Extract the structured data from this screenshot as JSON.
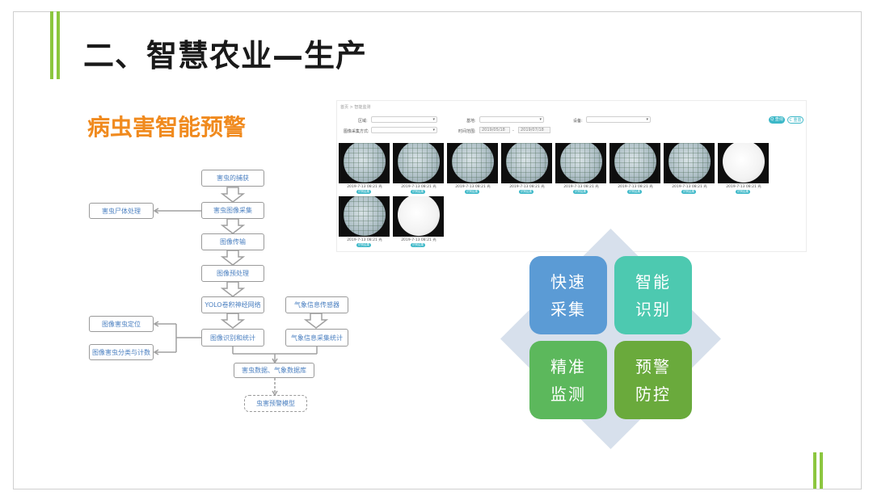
{
  "slide": {
    "title": "二、智慧农业—生产",
    "subtitle": "病虫害智能预警",
    "accent_green": "#8cc63f",
    "accent_orange": "#f08a1e"
  },
  "flowchart": {
    "main": [
      "害虫的捕获",
      "害虫图像采集",
      "图像传输",
      "图像预处理",
      "YOLO卷积神经网络",
      "图像识别和统计"
    ],
    "side_left": [
      "害虫尸体处理",
      "图像害虫定位",
      "图像害虫分类与计数"
    ],
    "weather": [
      "气象信息传感器",
      "气象信息采集统计"
    ],
    "database": "害虫数据、气象数据库",
    "model": "虫害预警模型"
  },
  "screenshot": {
    "breadcrumb": "首页 > 智能监测",
    "filters": {
      "row1": [
        "区域:",
        "基地:",
        "设备:"
      ],
      "row2": [
        "图像采集方式:",
        "时间范围:"
      ],
      "date_start": "2019/05/18",
      "date_sep": "-",
      "date_end": "2019/07/18"
    },
    "buttons": {
      "query": "Q 查询",
      "reset": "C 重置"
    },
    "images": [
      {
        "caption": "2019-7-13 08:21 光",
        "btn": "识别结果",
        "type": "dish"
      },
      {
        "caption": "2019-7-13 08:21 光",
        "btn": "识别结果",
        "type": "dish"
      },
      {
        "caption": "2019-7-13 08:21 光",
        "btn": "识别结果",
        "type": "dish"
      },
      {
        "caption": "2019-7-13 08:21 光",
        "btn": "识别结果",
        "type": "dish"
      },
      {
        "caption": "2019-7-13 08:21 光",
        "btn": "识别结果",
        "type": "dish"
      },
      {
        "caption": "2019-7-13 08:21 光",
        "btn": "识别结果",
        "type": "dish"
      },
      {
        "caption": "2019-7-13 08:21 光",
        "btn": "识别结果",
        "type": "dish"
      },
      {
        "caption": "2019-7-13 08:21 光",
        "btn": "识别结果",
        "type": "white"
      },
      {
        "caption": "2019-7-13 08:21 光",
        "btn": "识别结果",
        "type": "dish"
      },
      {
        "caption": "2019-7-13 08:21 光",
        "btn": "识别结果",
        "type": "white"
      }
    ]
  },
  "features": [
    {
      "line1": "快速",
      "line2": "采集",
      "color": "#5b9bd5"
    },
    {
      "line1": "智能",
      "line2": "识别",
      "color": "#4dc9b0"
    },
    {
      "line1": "精准",
      "line2": "监测",
      "color": "#5cb85c"
    },
    {
      "line1": "预警",
      "line2": "防控",
      "color": "#6aaa3c"
    }
  ]
}
